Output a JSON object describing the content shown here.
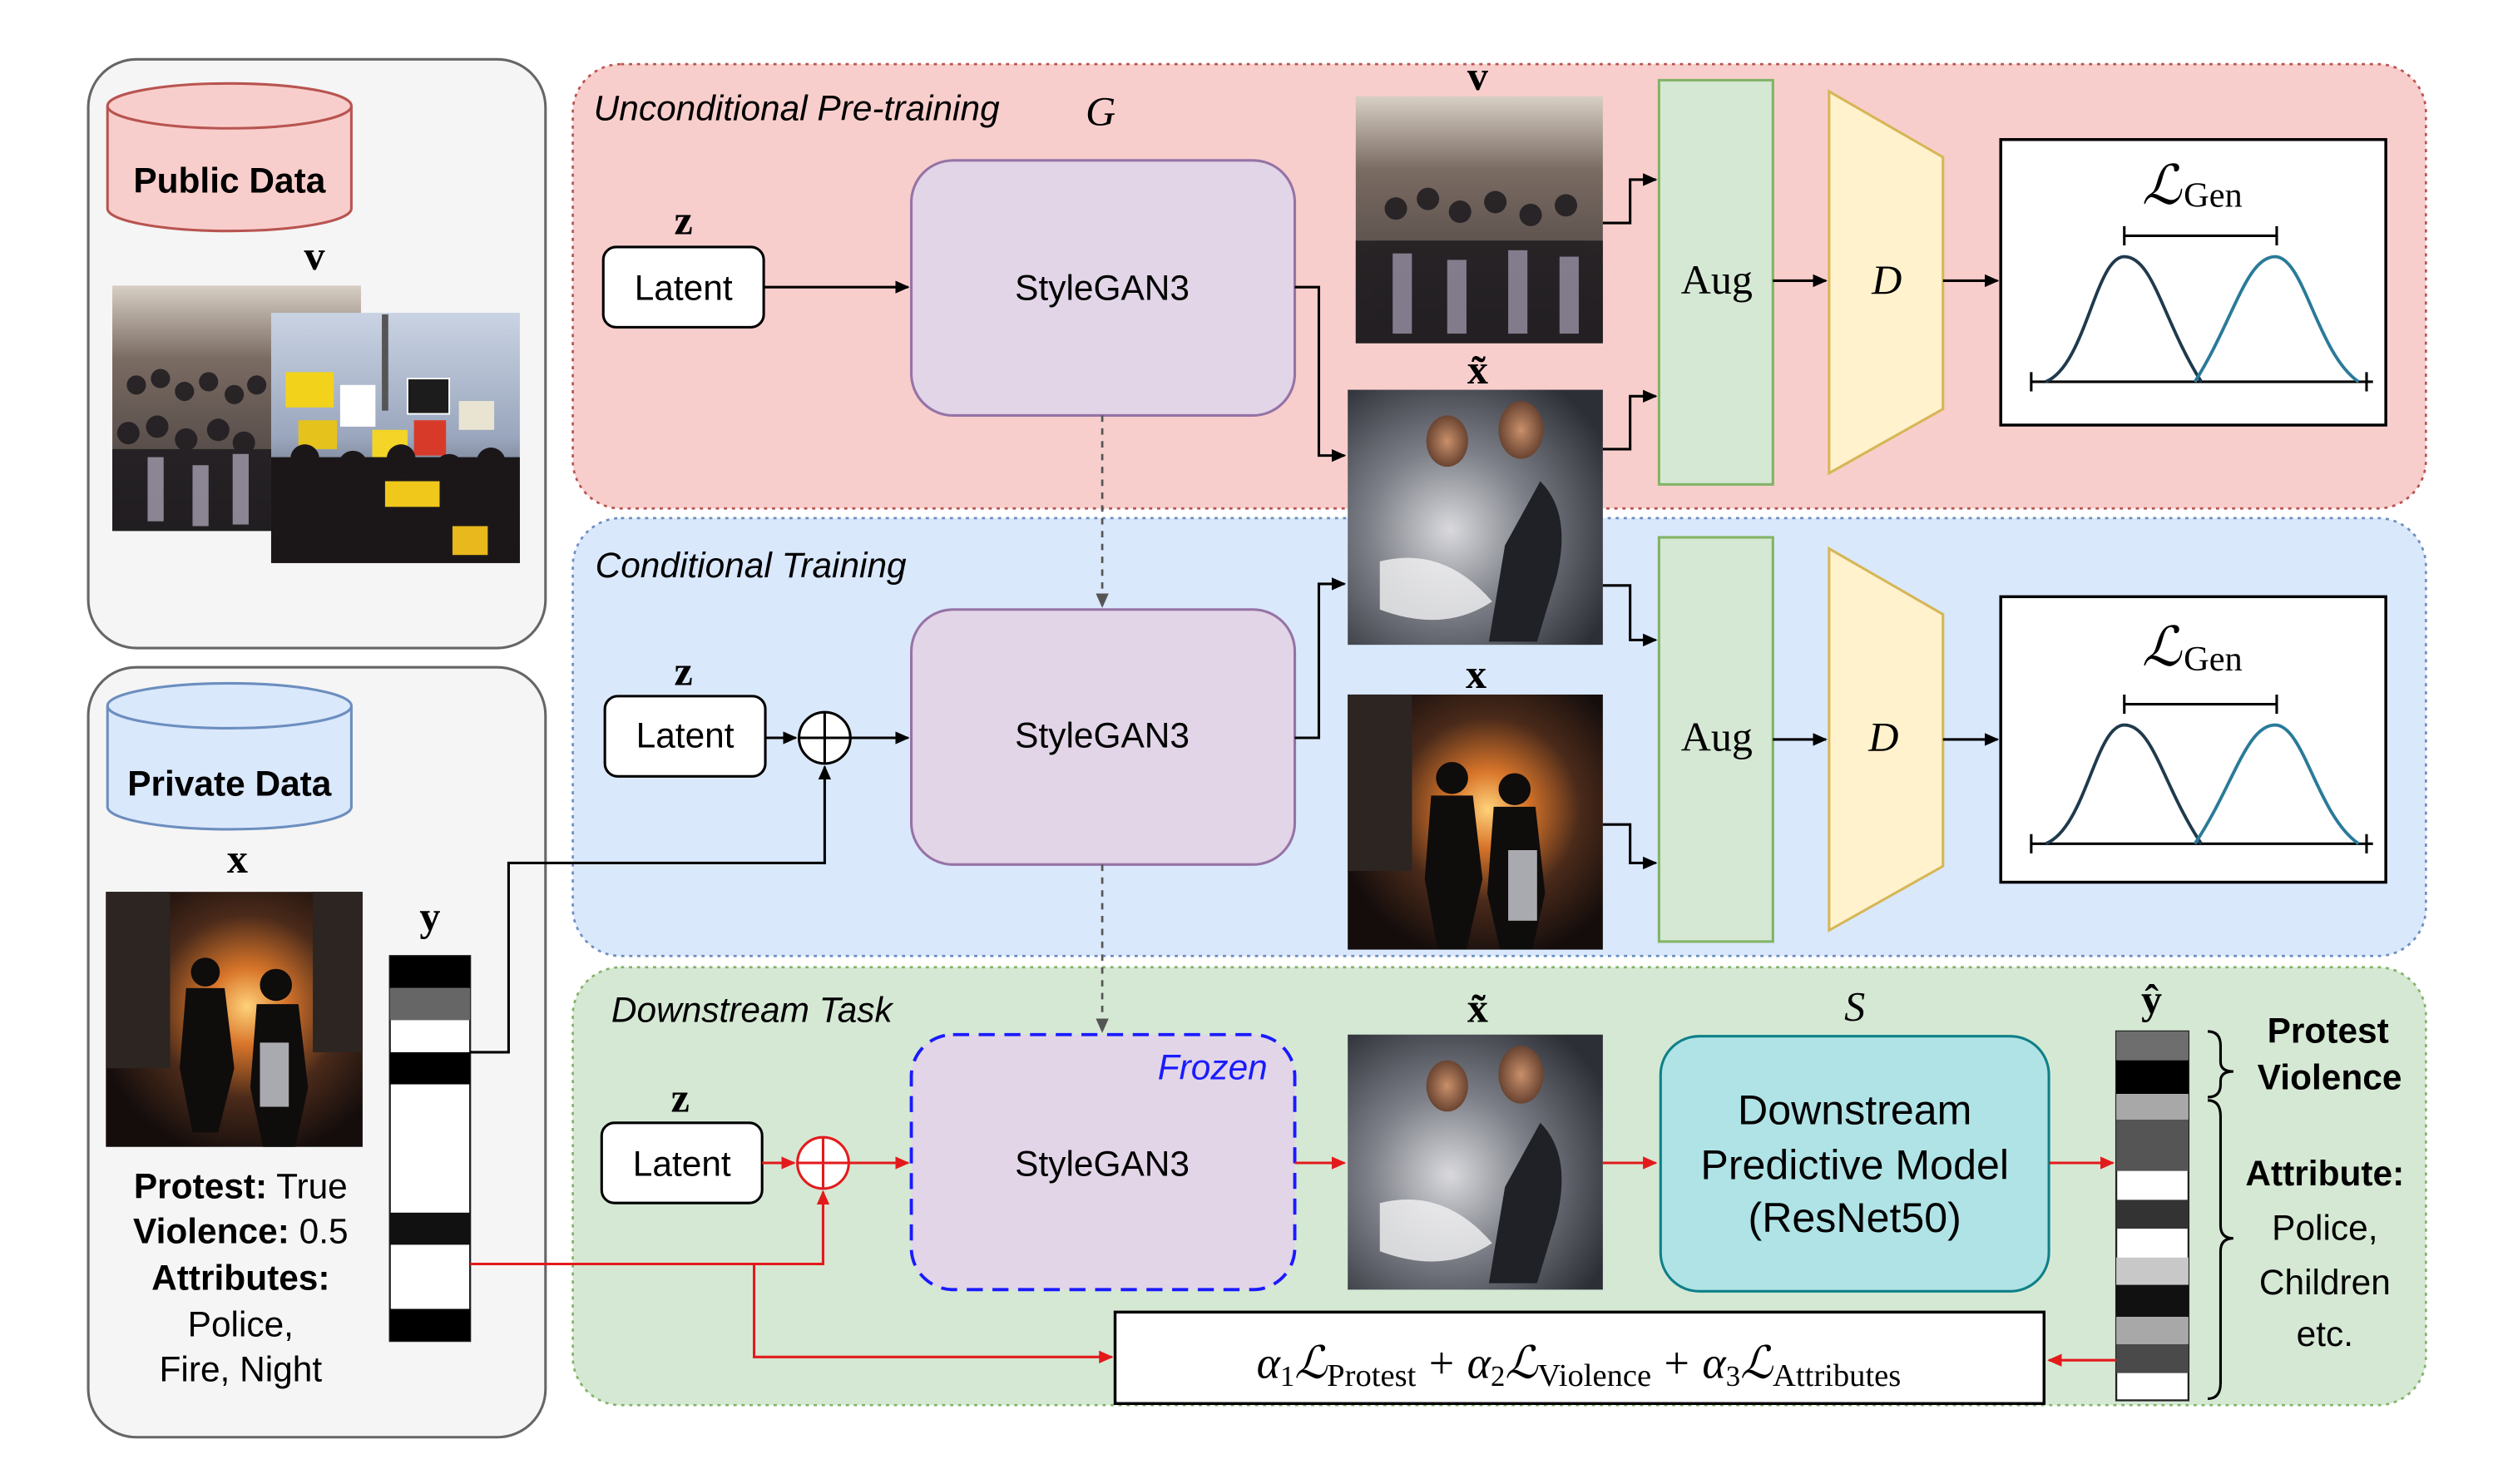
{
  "sources": {
    "public": {
      "title": "Public Data",
      "image_label": "v"
    },
    "private": {
      "title": "Private Data",
      "image_label": "x",
      "labels_vector": "y",
      "caption": [
        {
          "bold": "Protest:",
          "text": " True"
        },
        {
          "bold": "Violence:",
          "text": " 0.5"
        },
        {
          "bold": "Attributes:",
          "text": ""
        },
        {
          "bold": "",
          "text": "Police,"
        },
        {
          "bold": "",
          "text": "Fire, Night"
        }
      ]
    }
  },
  "stages": {
    "pretrain": {
      "title": "Unconditional Pre-training",
      "g_symbol": "G",
      "z": "z",
      "latent": "Latent",
      "generator": "StyleGAN3",
      "real_label": "v",
      "fake_label": "x̃",
      "aug": "Aug",
      "disc": "D",
      "loss": "ℒ",
      "loss_sub": "Gen"
    },
    "conditional": {
      "title": "Conditional Training",
      "z": "z",
      "latent": "Latent",
      "generator": "StyleGAN3",
      "real_label": "x",
      "aug": "Aug",
      "disc": "D",
      "loss": "ℒ",
      "loss_sub": "Gen"
    },
    "downstream": {
      "title": "Downstream Task",
      "z": "z",
      "latent": "Latent",
      "generator": "StyleGAN3",
      "frozen": "Frozen",
      "image_label": "x̃",
      "s_symbol": "S",
      "model_lines": [
        "Downstream",
        "Predictive Model",
        "(ResNet50)"
      ],
      "pred_label": "ŷ"
    }
  },
  "loss_formula": {
    "a1": "α",
    "n1": "1",
    "sub1": "Protest",
    "a2": "α",
    "n2": "2",
    "sub2": "Violence",
    "a3": "α",
    "n3": "3",
    "sub3": "Attributes",
    "plus": "+",
    "L": "ℒ"
  },
  "output_labels": {
    "protest": "Protest",
    "violence": "Violence",
    "attribute_head": "Attribute:",
    "attr_lines": [
      "Police,",
      "Children",
      "etc."
    ]
  },
  "colors": {
    "pretrain_bg": "#f8cecc",
    "conditional_bg": "#dae8fc",
    "downstream_bg": "#d5e8d4",
    "stylegan_fill": "#e1d5e7",
    "aug_fill": "#d5e8d4",
    "disc_fill": "#fff2cc",
    "model_fill": "#b0e3e6",
    "red_path": "#e31a1c",
    "frozen_blue": "#1a1aff"
  },
  "icons": {
    "merge": "circle-plus-icon"
  }
}
